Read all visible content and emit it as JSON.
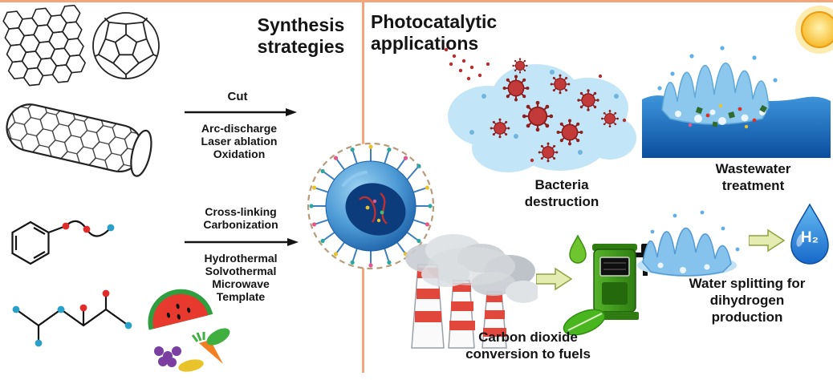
{
  "palette": {
    "frame_orange": "#F2A679",
    "text": "#141414",
    "sphere_blue": "#2E6FB0",
    "cloud_blue": "#C2E5F8",
    "virus_red": "#C23A3A",
    "water_blue": "#1668C8",
    "pump_green": "#3FA31E",
    "sun_yellow": "#F6B51E",
    "block_arrow_fill": "#E4ECB2"
  },
  "headings": {
    "synthesis": "Synthesis strategies",
    "applications": "Photocatalytic applications"
  },
  "synthesis": {
    "cut_arrow": {
      "above": "Cut",
      "below": [
        "Arc-discharge",
        "Laser ablation",
        "Oxidation"
      ]
    },
    "carbonization_arrow": {
      "above": [
        "Cross-linking",
        "Carbonization"
      ],
      "below": [
        "Hydrothermal",
        "Solvothermal",
        "Microwave",
        "Template"
      ]
    }
  },
  "applications": {
    "bacteria": {
      "label": "Bacteria destruction"
    },
    "wastewater": {
      "label": "Wastewater treatment"
    },
    "co2": {
      "label": "Carbon dioxide conversion to fuels"
    },
    "water_splitting": {
      "label": "Water splitting for dihydrogen production",
      "h2": "H₂"
    }
  },
  "icons": {
    "graphene": "graphene-sheet-icon",
    "fullerene": "fullerene-icon",
    "nanotube": "carbon-nanotube-icon",
    "molecule": "precursor-molecule-icon",
    "fruits": "fruits-vegetables-icon",
    "nanoparticle": "carbon-dot-nanoparticle-icon",
    "sun": "sun-icon",
    "bacteria_cloud": "bacteria-virus-cloud-icon",
    "water_splash": "water-splash-icon",
    "smokestacks": "smokestacks-icon",
    "fuel_pump": "green-fuel-pump-icon",
    "h2_droplet": "hydrogen-droplet-icon"
  }
}
